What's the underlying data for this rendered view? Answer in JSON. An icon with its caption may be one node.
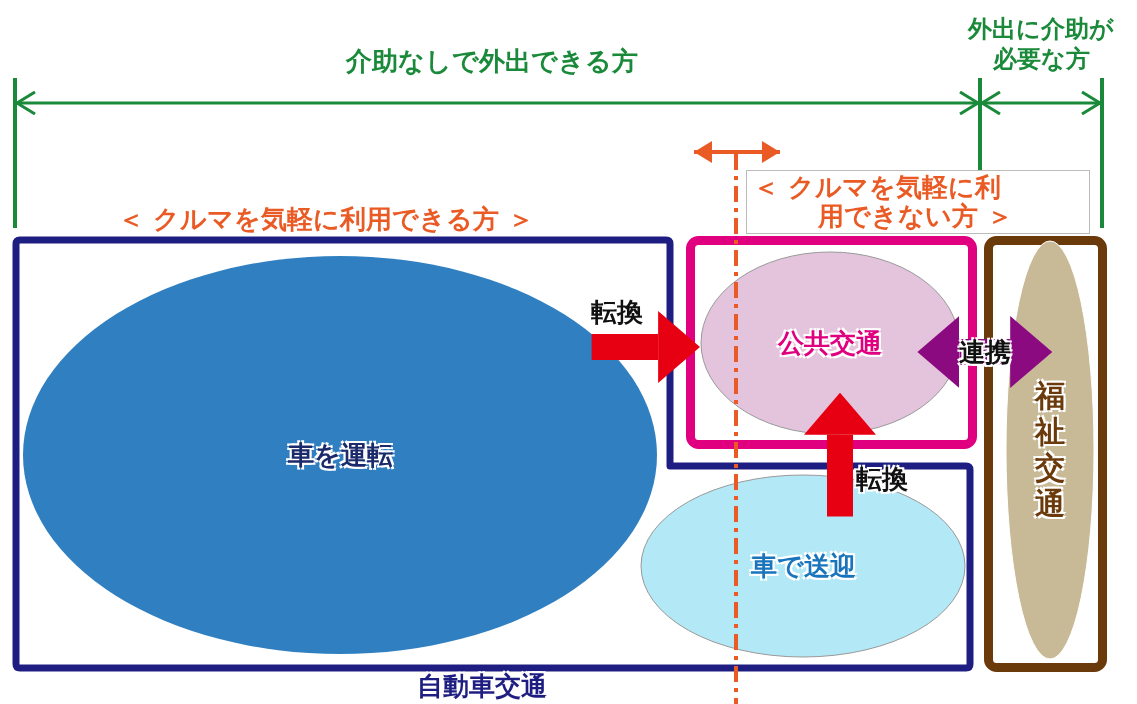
{
  "diagram": {
    "nodes": [
      {
        "text": [
          "自動車交通"
        ]
      },
      {
        "text": [
          "車を運転"
        ],
        "in": 0
      },
      {
        "text": [],
        "shape": "box"
      },
      {
        "text": [
          "公共交通"
        ],
        "in": 2
      },
      {
        "text": [
          "車で送迎"
        ],
        "in": 0
      },
      {
        "text": [],
        "shape": "box"
      },
      {
        "text": [
          "福祉交通"
        ],
        "in": 5
      }
    ],
    "edges": [
      {
        "from": 1,
        "to": 3,
        "arrow": "to",
        "label": "転換"
      },
      {
        "from": 4,
        "to": 3,
        "arrow": "to",
        "label": "転換"
      },
      {
        "from": 3,
        "to": 6,
        "arrow": "both",
        "label": "連携",
        "color": "#8b0a80"
      }
    ],
    "labels": [
      "介助なしで外出できる方",
      "外出に介助が必要な方",
      "＜ クルマを気軽に利用できる方 ＞",
      "＜ クルマを気軽に利用できない方 ＞"
    ]
  }
}
